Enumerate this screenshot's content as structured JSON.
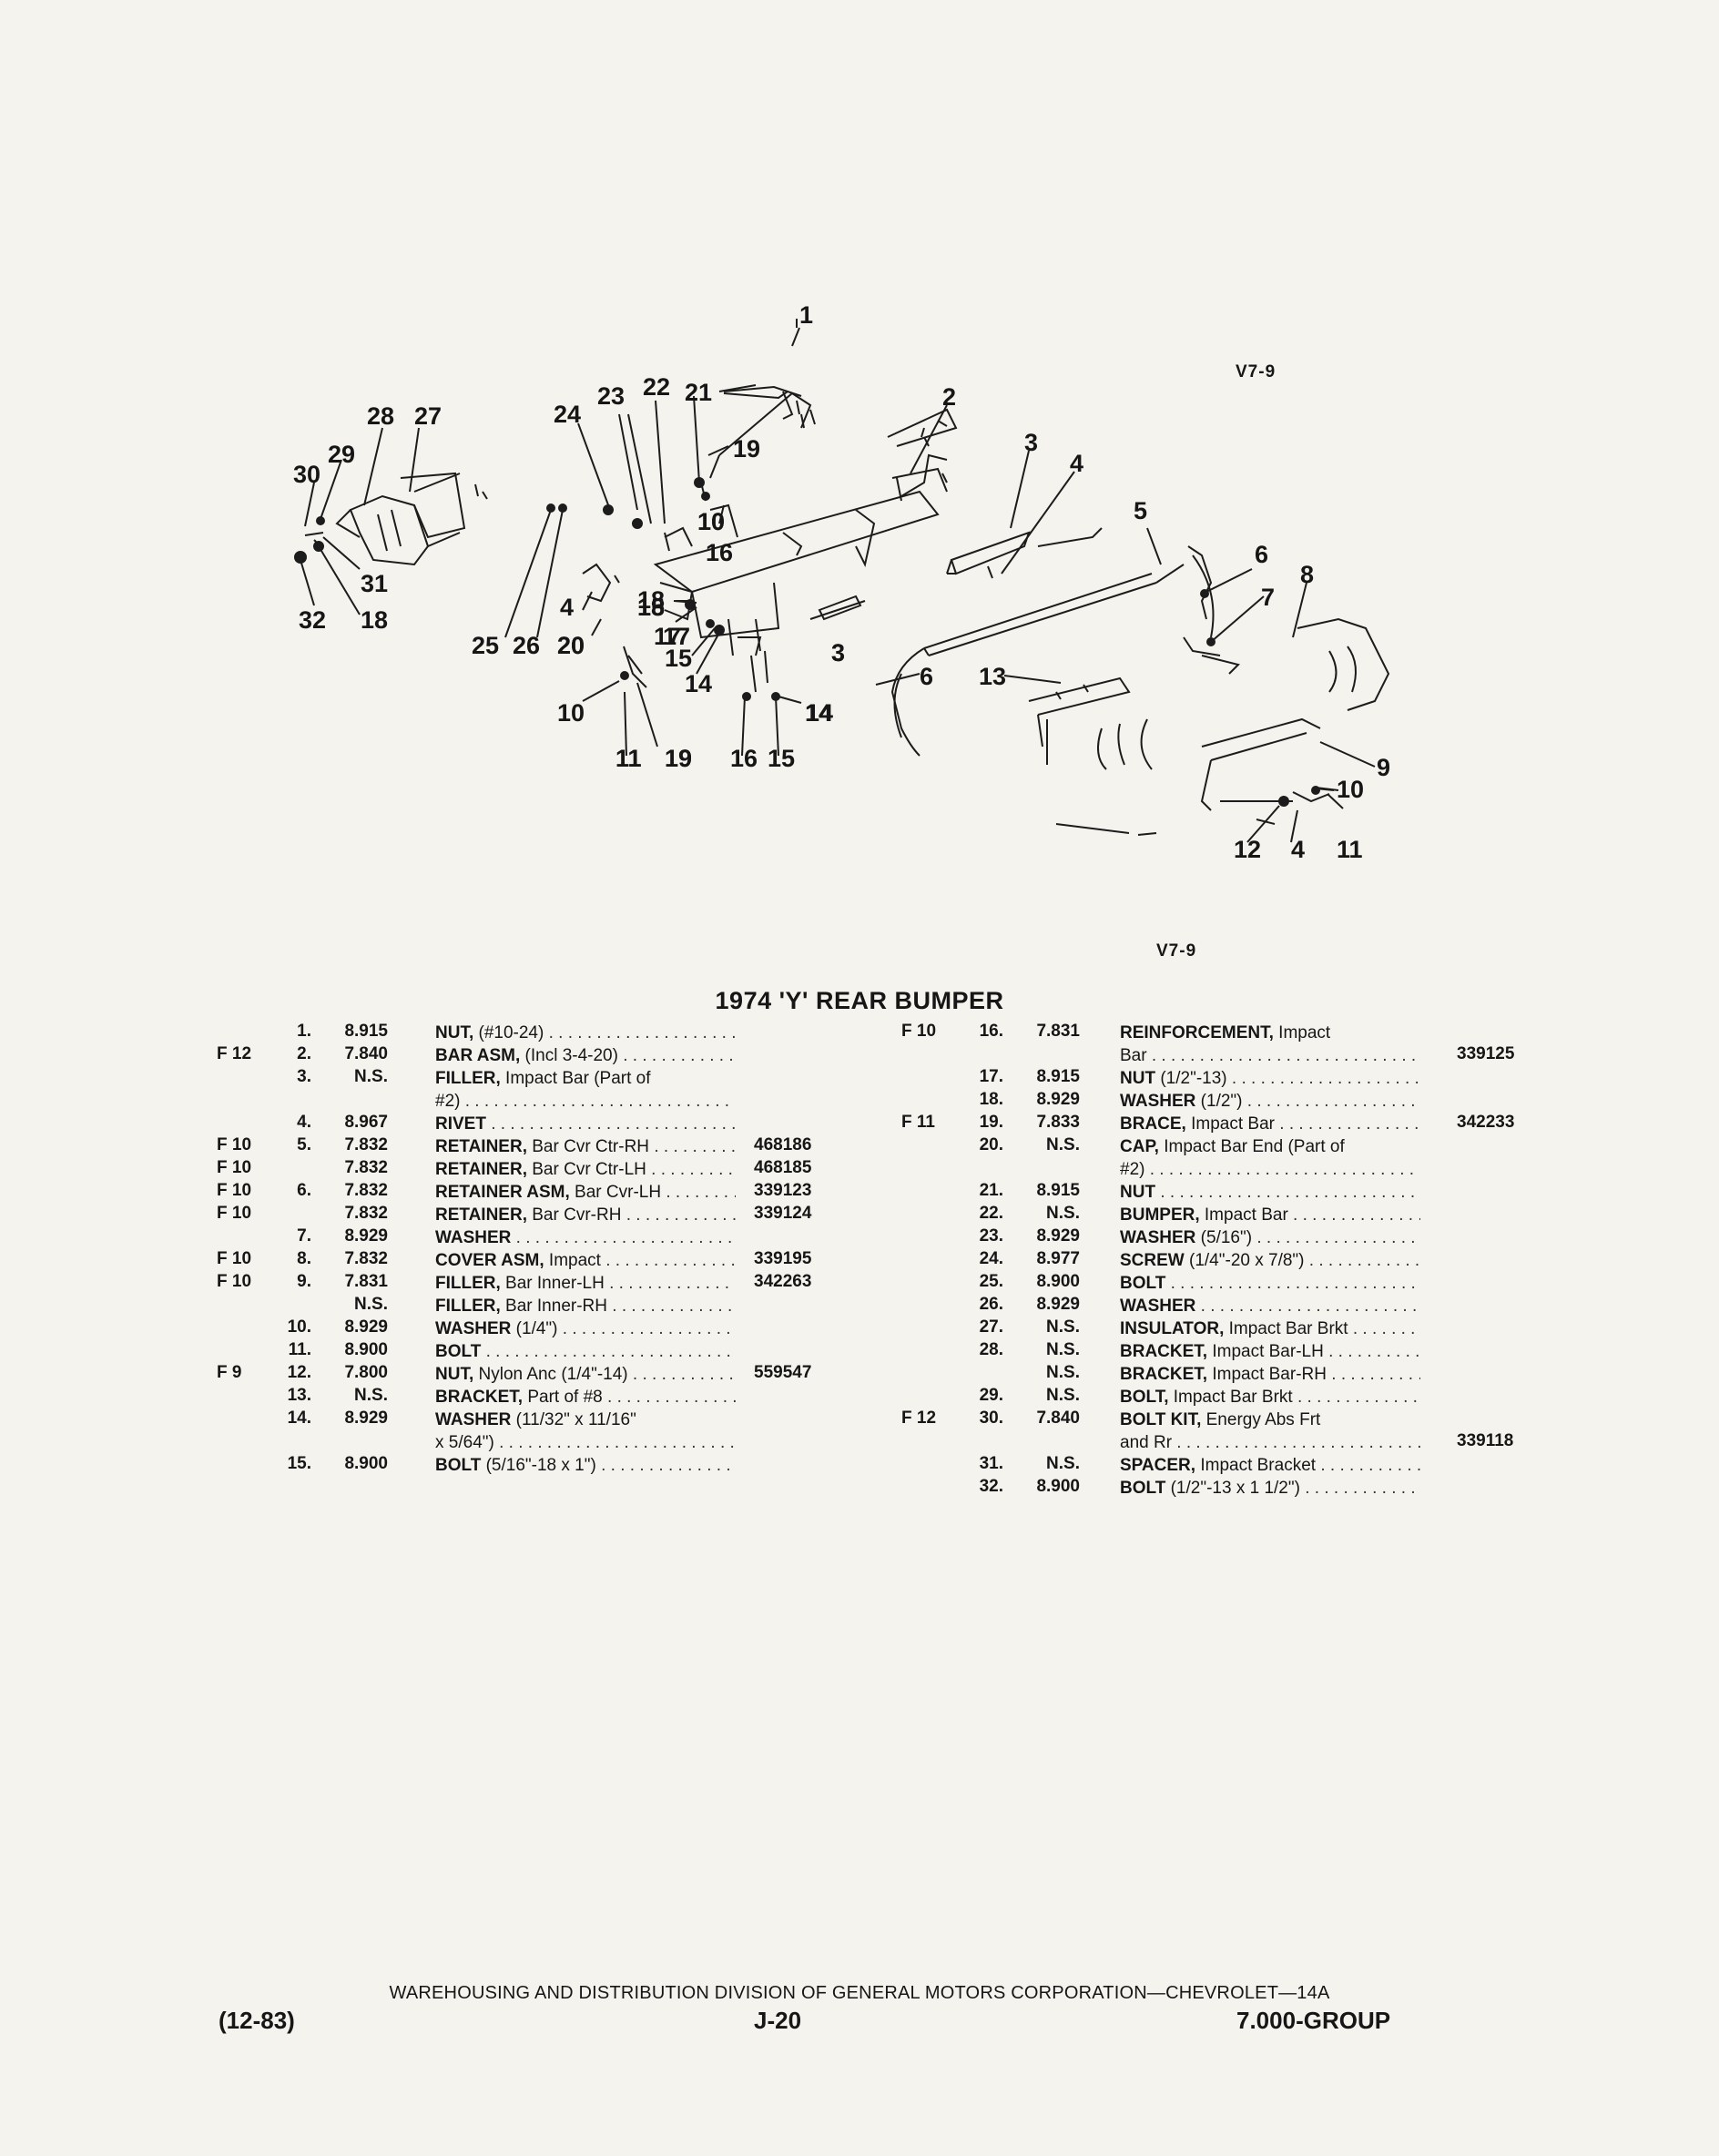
{
  "diagram": {
    "ref_top": "V7-9",
    "ref_bottom": "V7-9",
    "callouts": [
      "1",
      "2",
      "3",
      "4",
      "5",
      "6",
      "7",
      "8",
      "9",
      "10",
      "11",
      "12",
      "13",
      "14",
      "15",
      "16",
      "17",
      "18",
      "19",
      "20",
      "21",
      "22",
      "23",
      "24",
      "25",
      "26",
      "27",
      "28",
      "29",
      "30",
      "31",
      "32",
      "10",
      "11",
      "19",
      "14",
      "15",
      "16",
      "15",
      "14",
      "17",
      "18",
      "4",
      "20",
      "3",
      "6",
      "10",
      "11",
      "4",
      "18",
      "19",
      "10",
      "3"
    ]
  },
  "title": "1974 'Y' REAR BUMPER",
  "parts_left": [
    {
      "fig": "",
      "num": "1.",
      "group": "8.915",
      "name": "NUT,",
      "spec": " (#10-24)",
      "spec2": "",
      "part": ""
    },
    {
      "fig": "F 12",
      "num": "2.",
      "group": "7.840",
      "name": "BAR ASM,",
      "spec": " (Incl 3-4-20)",
      "spec2": "",
      "part": ""
    },
    {
      "fig": "",
      "num": "3.",
      "group": "N.S.",
      "name": "FILLER,",
      "spec": " Impact Bar (Part of",
      "spec2": "#2)",
      "part": ""
    },
    {
      "fig": "",
      "num": "4.",
      "group": "8.967",
      "name": "RIVET",
      "spec": "",
      "spec2": "",
      "part": ""
    },
    {
      "fig": "F 10",
      "num": "5.",
      "group": "7.832",
      "name": "RETAINER,",
      "spec": " Bar Cvr Ctr-RH",
      "spec2": "",
      "part": "468186"
    },
    {
      "fig": "F 10",
      "num": "",
      "group": "7.832",
      "name": "RETAINER,",
      "spec": " Bar Cvr Ctr-LH",
      "spec2": "",
      "part": "468185"
    },
    {
      "fig": "F 10",
      "num": "6.",
      "group": "7.832",
      "name": "RETAINER ASM,",
      "spec": " Bar Cvr-LH",
      "spec2": "",
      "part": "339123"
    },
    {
      "fig": "F 10",
      "num": "",
      "group": "7.832",
      "name": "RETAINER,",
      "spec": " Bar Cvr-RH",
      "spec2": "",
      "part": "339124"
    },
    {
      "fig": "",
      "num": "7.",
      "group": "8.929",
      "name": "WASHER",
      "spec": "",
      "spec2": "",
      "part": ""
    },
    {
      "fig": "F 10",
      "num": "8.",
      "group": "7.832",
      "name": "COVER ASM,",
      "spec": " Impact",
      "spec2": "",
      "part": "339195"
    },
    {
      "fig": "F 10",
      "num": "9.",
      "group": "7.831",
      "name": "FILLER,",
      "spec": " Bar Inner-LH",
      "spec2": "",
      "part": "342263"
    },
    {
      "fig": "",
      "num": "",
      "group": "N.S.",
      "name": "FILLER,",
      "spec": " Bar Inner-RH",
      "spec2": "",
      "part": ""
    },
    {
      "fig": "",
      "num": "10.",
      "group": "8.929",
      "name": "WASHER",
      "spec": " (1/4\")",
      "spec2": "",
      "part": ""
    },
    {
      "fig": "",
      "num": "11.",
      "group": "8.900",
      "name": "BOLT",
      "spec": "",
      "spec2": "",
      "part": ""
    },
    {
      "fig": "F 9",
      "num": "12.",
      "group": "7.800",
      "name": "NUT,",
      "spec": " Nylon Anc (1/4\"-14)",
      "spec2": "",
      "part": "559547"
    },
    {
      "fig": "",
      "num": "13.",
      "group": "N.S.",
      "name": "BRACKET,",
      "spec": " Part of #8",
      "spec2": "",
      "part": ""
    },
    {
      "fig": "",
      "num": "14.",
      "group": "8.929",
      "name": "WASHER",
      "spec": " (11/32\" x 11/16\"",
      "spec2": "x 5/64\")",
      "part": ""
    },
    {
      "fig": "",
      "num": "15.",
      "group": "8.900",
      "name": "BOLT",
      "spec": " (5/16\"-18 x 1\")",
      "spec2": "",
      "part": ""
    }
  ],
  "parts_right": [
    {
      "fig": "F 10",
      "num": "16.",
      "group": "7.831",
      "name": "REINFORCEMENT,",
      "spec": " Impact",
      "spec2": "Bar",
      "part": "339125"
    },
    {
      "fig": "",
      "num": "17.",
      "group": "8.915",
      "name": "NUT",
      "spec": " (1/2\"-13)",
      "spec2": "",
      "part": ""
    },
    {
      "fig": "",
      "num": "18.",
      "group": "8.929",
      "name": "WASHER",
      "spec": " (1/2\")",
      "spec2": "",
      "part": ""
    },
    {
      "fig": "F 11",
      "num": "19.",
      "group": "7.833",
      "name": "BRACE,",
      "spec": " Impact Bar",
      "spec2": "",
      "part": "342233"
    },
    {
      "fig": "",
      "num": "20.",
      "group": "N.S.",
      "name": "CAP,",
      "spec": " Impact Bar End (Part of",
      "spec2": "#2)",
      "part": ""
    },
    {
      "fig": "",
      "num": "21.",
      "group": "8.915",
      "name": "NUT",
      "spec": "",
      "spec2": "",
      "part": ""
    },
    {
      "fig": "",
      "num": "22.",
      "group": "N.S.",
      "name": "BUMPER,",
      "spec": " Impact Bar",
      "spec2": "",
      "part": ""
    },
    {
      "fig": "",
      "num": "23.",
      "group": "8.929",
      "name": "WASHER",
      "spec": " (5/16\")",
      "spec2": "",
      "part": ""
    },
    {
      "fig": "",
      "num": "24.",
      "group": "8.977",
      "name": "SCREW",
      "spec": " (1/4\"-20 x 7/8\")",
      "spec2": "",
      "part": ""
    },
    {
      "fig": "",
      "num": "25.",
      "group": "8.900",
      "name": "BOLT",
      "spec": "",
      "spec2": "",
      "part": ""
    },
    {
      "fig": "",
      "num": "26.",
      "group": "8.929",
      "name": "WASHER",
      "spec": "",
      "spec2": "",
      "part": ""
    },
    {
      "fig": "",
      "num": "27.",
      "group": "N.S.",
      "name": "INSULATOR,",
      "spec": " Impact Bar Brkt",
      "spec2": "",
      "part": ""
    },
    {
      "fig": "",
      "num": "28.",
      "group": "N.S.",
      "name": "BRACKET,",
      "spec": " Impact Bar-LH",
      "spec2": "",
      "part": ""
    },
    {
      "fig": "",
      "num": "",
      "group": "N.S.",
      "name": "BRACKET,",
      "spec": " Impact Bar-RH",
      "spec2": "",
      "part": ""
    },
    {
      "fig": "",
      "num": "29.",
      "group": "N.S.",
      "name": "BOLT,",
      "spec": " Impact Bar Brkt",
      "spec2": "",
      "part": ""
    },
    {
      "fig": "F 12",
      "num": "30.",
      "group": "7.840",
      "name": "BOLT KIT,",
      "spec": " Energy Abs Frt",
      "spec2": "and Rr",
      "part": "339118"
    },
    {
      "fig": "",
      "num": "31.",
      "group": "N.S.",
      "name": "SPACER,",
      "spec": " Impact Bracket",
      "spec2": "",
      "part": ""
    },
    {
      "fig": "",
      "num": "32.",
      "group": "8.900",
      "name": "BOLT",
      "spec": " (1/2\"-13 x 1 1/2\")",
      "spec2": "",
      "part": ""
    }
  ],
  "footer": {
    "division": "WAREHOUSING AND DISTRIBUTION DIVISION OF GENERAL MOTORS CORPORATION—CHEVROLET—14A",
    "date": "(12-83)",
    "page": "J-20",
    "group": "7.000-GROUP"
  }
}
